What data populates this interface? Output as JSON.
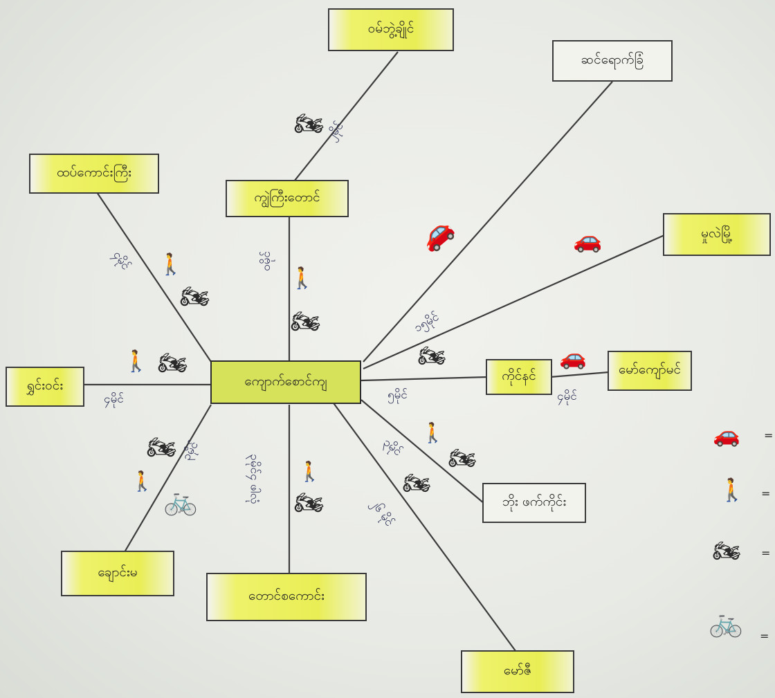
{
  "center": {
    "label": "ကျောက်စောင်ကျ"
  },
  "places": {
    "n1": "ဝမ်ဘွဲ့ချိုင်",
    "n2": "ကျွဲကြီးတောင်",
    "ne1": "ဆင်ရောက်ခြံ",
    "e1": "မှုလဲမြို့",
    "e2": "ကိုင်နင်",
    "e3": "မော်ကျော်မင်",
    "se1": "ဘိုး ဖက်ကိုင်း",
    "s1": "မော်ဇီ",
    "s2": "တောင်စကောင်း",
    "sw1": "ချောင်းမ",
    "w1": "ရွှင်းဝင်း",
    "nw1": "ထပ်ကောင်းကြီး"
  },
  "distances": {
    "d_n1": "၂မိုင်",
    "d_n2": "၀မိုင်",
    "d_nw": "၄မိုင်",
    "d_w": "၄မိုင်",
    "d_sw": "၃မိုင်",
    "d_s": "၃မိုင်၄ ဖါလုံ",
    "d_s2": "၂၆ မိုင်",
    "d_se": "၃မိုင်",
    "d_e2": "၅မိုင်",
    "d_e3": "၄မိုင်",
    "d_ne": "၁၅မိုင်"
  },
  "legend": {
    "car": "=",
    "walk": "=",
    "motorbike": "=",
    "bicycle": "="
  },
  "icons": [
    "car-icon",
    "walking-person-icon",
    "motorbike-icon",
    "bicycle-icon"
  ],
  "colors": {
    "highlight": "#e9ee55",
    "ink": "#3a3a3a",
    "distance_ink": "#2c2f55"
  }
}
